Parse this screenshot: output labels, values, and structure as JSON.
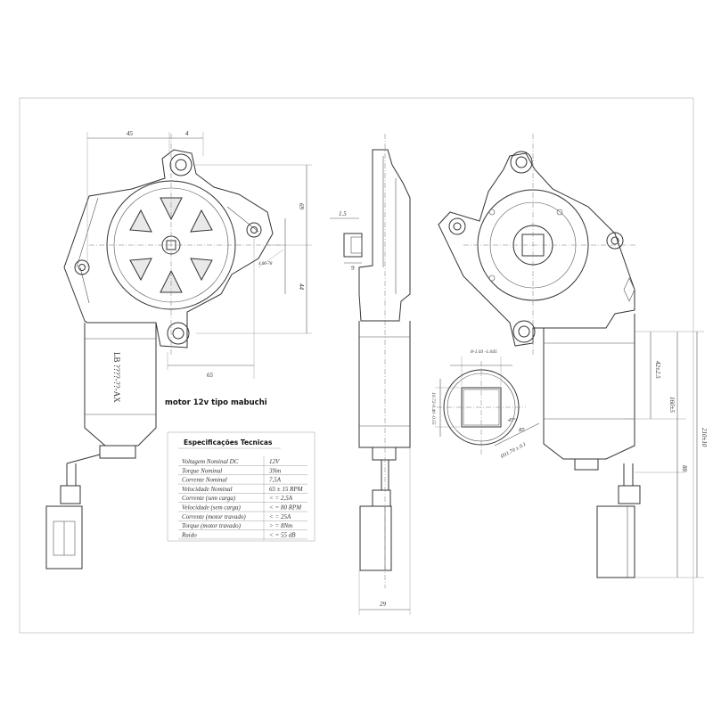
{
  "caption": "motor 12v tipo mabuchi",
  "motor_marking": "LB ????-??-AX",
  "specs": {
    "title": "Especificações Tecnicas",
    "rows": [
      {
        "label": "Voltagem Nominal DC",
        "value": "12V"
      },
      {
        "label": "Torque Nominal",
        "value": "3Nm"
      },
      {
        "label": "Corrente Nominal",
        "value": "7,5A"
      },
      {
        "label": "Velocidade Nominal",
        "value": "65 ± 15 RPM"
      },
      {
        "label": "Corrente (sem carga)",
        "value": "< = 2,5A"
      },
      {
        "label": "Velocidade (sem carga)",
        "value": "< = 80 RPM"
      },
      {
        "label": "Corrente (motor travado)",
        "value": "< = 25A"
      },
      {
        "label": "Torque (motor travado)",
        "value": "> = 8Nm"
      },
      {
        "label": "Ruido",
        "value": "< = 55 dB"
      }
    ]
  },
  "dims": {
    "top_left": "45",
    "top_right": "4",
    "v_upper": "69",
    "v_lower": "44",
    "small_hole": "4.06-78",
    "bottom_width": "65",
    "side_flange": "1.5",
    "side_boss": "9",
    "side_width": "29",
    "shaft_top": "8-1.03\n -1.045",
    "shaft_side": "10.72-0.40\n  -0.55",
    "shaft_angle": "45°",
    "shaft_r": "R5",
    "shaft_inner": "Ø11.70 ± 0.1",
    "right_a": "42±2.5",
    "right_b": "160±5",
    "right_c": "210±10",
    "right_d": "88"
  }
}
